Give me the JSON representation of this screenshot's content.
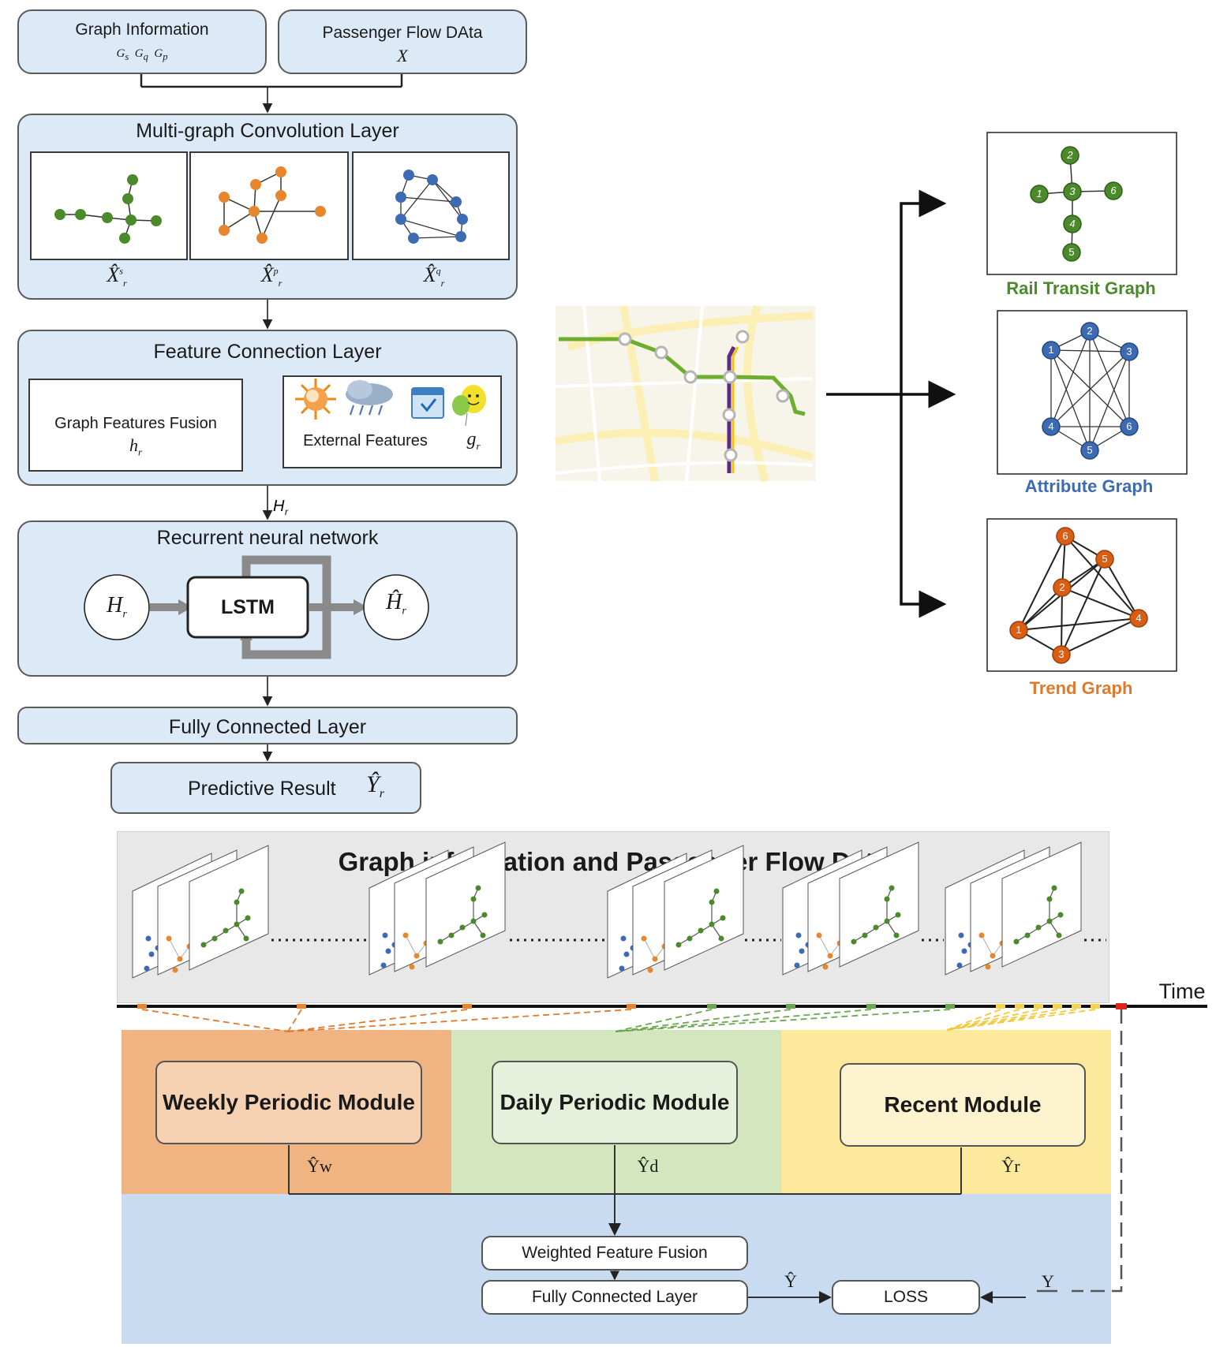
{
  "inputs": {
    "graph_info_title": "Graph Information",
    "graph_info_symbols": "Gs Gq Gp",
    "passenger_flow_title": "Passenger Flow DAta",
    "passenger_flow_symbol": "X"
  },
  "mgcl": {
    "title": "Multi-graph Convolution  Layer",
    "labels": [
      "X̂rs",
      "X̂rp",
      "X̂rq"
    ]
  },
  "fcl": {
    "title": "Feature Connection Layer",
    "graph_features_fusion": "Graph Features Fusion",
    "graph_features_symbol": "hr",
    "external_features": "External Features",
    "external_symbol": "gr"
  },
  "hr_label": "Hr",
  "rnn": {
    "title": "Recurrent neural network",
    "input": "Hr",
    "cell": "LSTM",
    "output": "Ĥr"
  },
  "fully_connected": "Fully Connected Layer",
  "predictive_result": "Predictive Result",
  "predictive_symbol": "Ŷr",
  "graph_types": {
    "rail_transit": {
      "title": "Rail Transit Graph",
      "color": "#4a8a2a",
      "nodes": [
        "2",
        "1",
        "3",
        "6",
        "4",
        "5"
      ]
    },
    "attribute": {
      "title": "Attribute Graph",
      "color": "#3d6bb3",
      "nodes": [
        "2",
        "1",
        "3",
        "4",
        "6",
        "5"
      ]
    },
    "trend": {
      "title": "Trend Graph",
      "color": "#e07a2a",
      "nodes": [
        "6",
        "5",
        "2",
        "1",
        "4",
        "3"
      ]
    }
  },
  "bottom": {
    "title": "Graph information and Passenger Flow Data",
    "time": "Time",
    "weekly": "Weekly Periodic Module",
    "daily": "Daily Periodic Module",
    "recent": "Recent Module",
    "yw": "Ŷw",
    "yd": "Ŷd",
    "yr": "Ŷr",
    "weighted_fusion": "Weighted Feature Fusion",
    "fc": "Fully Connected Layer",
    "y_hat": "Ŷ",
    "loss": "LOSS",
    "y": "Y",
    "colors": {
      "weekly": "#f0b382",
      "daily": "#d3e6bd",
      "recent": "#fde99c",
      "bottom": "#c9dbf0",
      "header": "#e8e8e8"
    }
  }
}
